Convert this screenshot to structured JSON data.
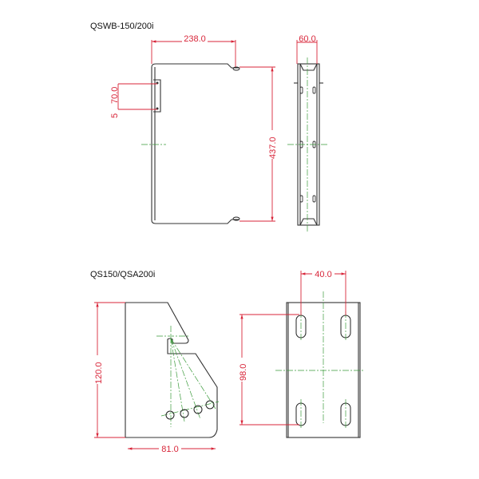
{
  "drawings": [
    {
      "title": "QSWB-150/200i",
      "dimensions": {
        "width": "238.0",
        "side_width": "60.0",
        "height": "437.0",
        "tab_spacing": "70.0",
        "tab_offset": "5"
      }
    },
    {
      "title": "QS150/QSA200i",
      "dimensions": {
        "height": "120.0",
        "width": "81.0",
        "slot_spacing_h": "40.0",
        "slot_spacing_v": "98.0"
      }
    }
  ],
  "colors": {
    "dimension": "#d8263a",
    "centerline": "#3a9a3a",
    "outline": "#333333"
  }
}
